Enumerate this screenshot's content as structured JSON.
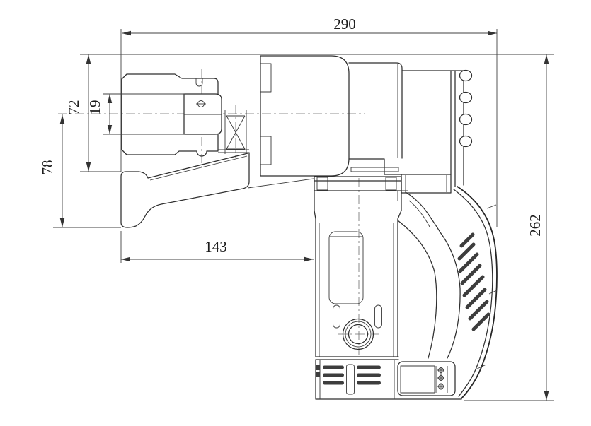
{
  "drawing": {
    "type": "engineering-side-view",
    "subject": "electric torque wrench with reaction arm",
    "colors": {
      "background": "#ffffff",
      "geometry_line": "#2e2e2e",
      "dimension_line": "#424242",
      "dimension_text": "#1d1d1d"
    },
    "dimensions": {
      "overall_length": "290",
      "overall_height": "262",
      "head_height": "72",
      "square_drive": "19",
      "arm_drop": "78",
      "arm_length": "143"
    }
  }
}
